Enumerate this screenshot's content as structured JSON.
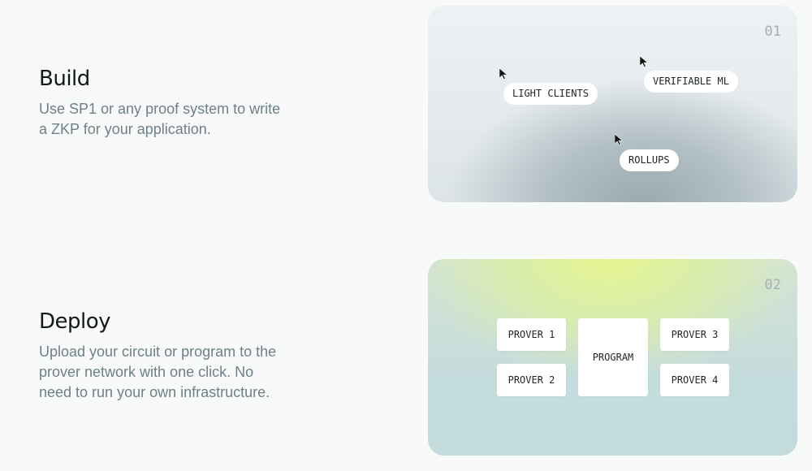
{
  "build": {
    "title": "Build",
    "description": "Use SP1 or any proof system to write a ZKP for your application.",
    "card_number": "01",
    "pills": [
      {
        "label": "LIGHT CLIENTS"
      },
      {
        "label": "VERIFIABLE ML"
      },
      {
        "label": "ROLLUPS"
      }
    ]
  },
  "deploy": {
    "title": "Deploy",
    "description": "Upload your circuit or program to the prover network with one click. No need to run your own infrastructure.",
    "card_number": "02",
    "program_label": "PROGRAM",
    "provers": [
      {
        "label": "PROVER 1"
      },
      {
        "label": "PROVER 2"
      },
      {
        "label": "PROVER 3"
      },
      {
        "label": "PROVER 4"
      }
    ]
  }
}
